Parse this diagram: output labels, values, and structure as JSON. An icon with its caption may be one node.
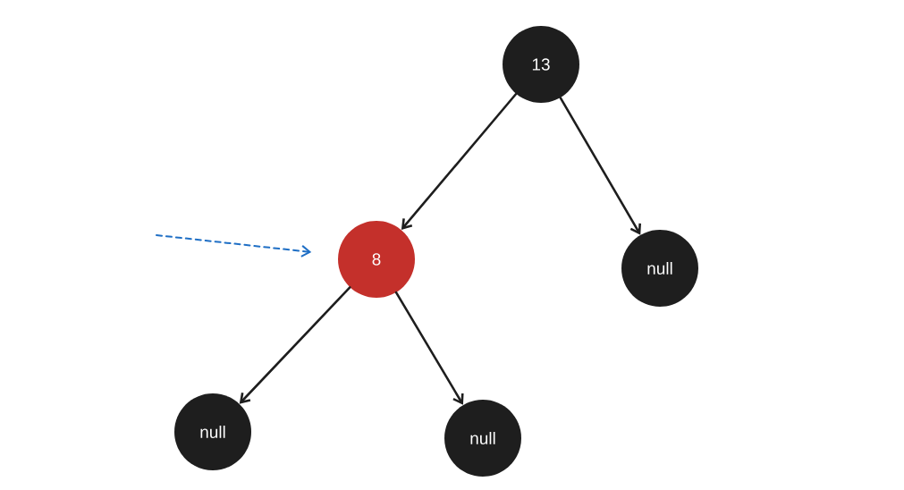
{
  "diagram": {
    "nodes": [
      {
        "text": [
          "13"
        ]
      },
      {
        "text": [
          "8"
        ]
      },
      {
        "text": [
          "null"
        ]
      },
      {
        "text": [
          "null"
        ]
      },
      {
        "text": [
          "null"
        ]
      }
    ],
    "edges": [
      {
        "from": 0,
        "to": 1,
        "arrow": "to"
      },
      {
        "from": 0,
        "to": 2,
        "arrow": "to"
      },
      {
        "from": 1,
        "to": 3,
        "arrow": "to"
      },
      {
        "from": 1,
        "to": 4,
        "arrow": "to"
      },
      {
        "from": null,
        "to": 1,
        "arrow": "to",
        "style": "dashed",
        "color": "#1f6fc5"
      }
    ]
  }
}
